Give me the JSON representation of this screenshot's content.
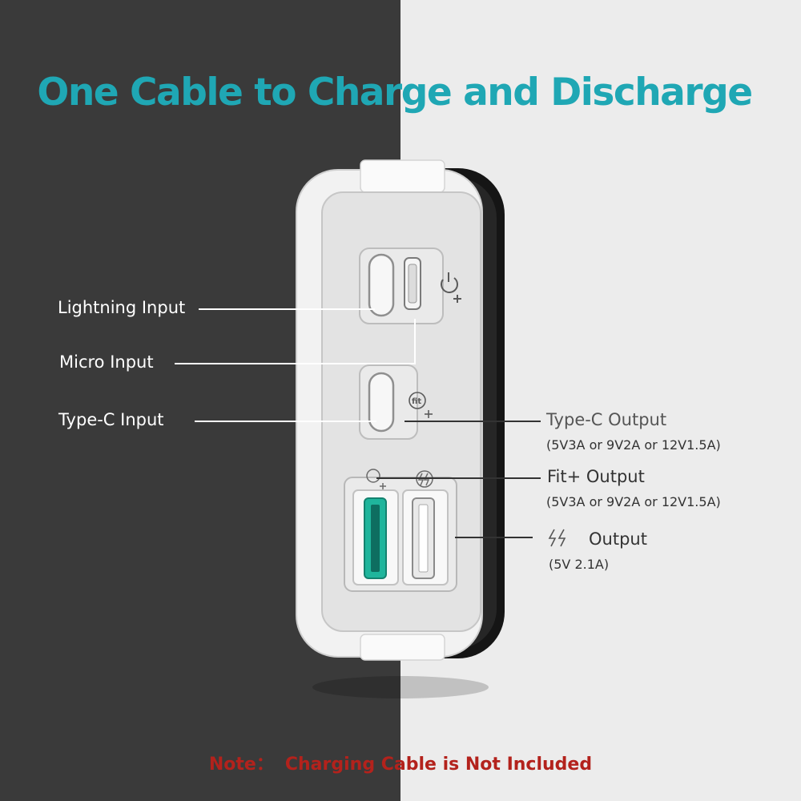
{
  "title": "One Cable to Charge and Discharge",
  "labels": {
    "lightning": "Lightning Input",
    "micro": "Micro Input",
    "typec_in": "Type-C Input",
    "typec_out": "Type-C Output",
    "typec_out_spec": "(5V3A or 9V2A or 12V1.5A)",
    "fit_out": "Fit+ Output",
    "fit_out_spec": "(5V3A or 9V2A or 12V1.5A)",
    "fast_out": "Output",
    "fast_out_spec": "(5V 2.1A)"
  },
  "note": {
    "prefix": "Note：",
    "text": "Charging Cable is Not Included"
  },
  "colors": {
    "title": "#1fa7b4",
    "note": "#b3221c",
    "usb_accent": "#1fb59c",
    "bg_left": "#3a3a3a",
    "bg_right": "#ececec"
  },
  "icons": {
    "lightning_port_icon": "lightning-port",
    "micro_port_icon": "micro-usb-port",
    "input_symbol_icon": "power-input-icon",
    "fit_plus_icon": "fit-plus-icon",
    "fast_charge_icon": "double-bolt-icon"
  }
}
